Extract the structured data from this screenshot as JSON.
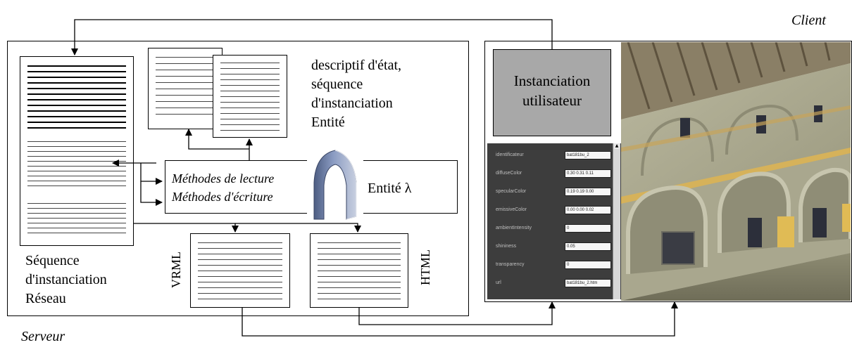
{
  "client": {
    "label": "Client",
    "instanciation_box": "Instanciation\nutilisateur",
    "properties": [
      {
        "name": "identificateur",
        "value": "bat181bu_2"
      },
      {
        "name": "diffuseColor",
        "value": "0.30 0.31 0.11"
      },
      {
        "name": "specularColor",
        "value": "0.19 0.19 0.00"
      },
      {
        "name": "emissiveColor",
        "value": "0.00 0.00 0.02"
      },
      {
        "name": "ambientIntensity",
        "value": "0"
      },
      {
        "name": "shininess",
        "value": "0.05"
      },
      {
        "name": "transparency",
        "value": "0"
      },
      {
        "name": "url",
        "value": "bat181bu_2.htm"
      }
    ]
  },
  "server": {
    "label": "Serveur",
    "sequence_reseau": "Séquence\nd'instanciation\nRéseau",
    "descriptif": "descriptif d'état,\nséquence\nd'instanciation\nEntité",
    "methodes_lecture": "Méthodes de lecture",
    "methodes_ecriture": "Méthodes d'écriture",
    "entite": "Entité λ",
    "vrml": "VRML",
    "html": "HTML"
  },
  "colors": {
    "panel_bg": "#3d3d3d",
    "instanciation_fill": "#a8a8a8",
    "arch_blue": "#6f7fa3"
  }
}
